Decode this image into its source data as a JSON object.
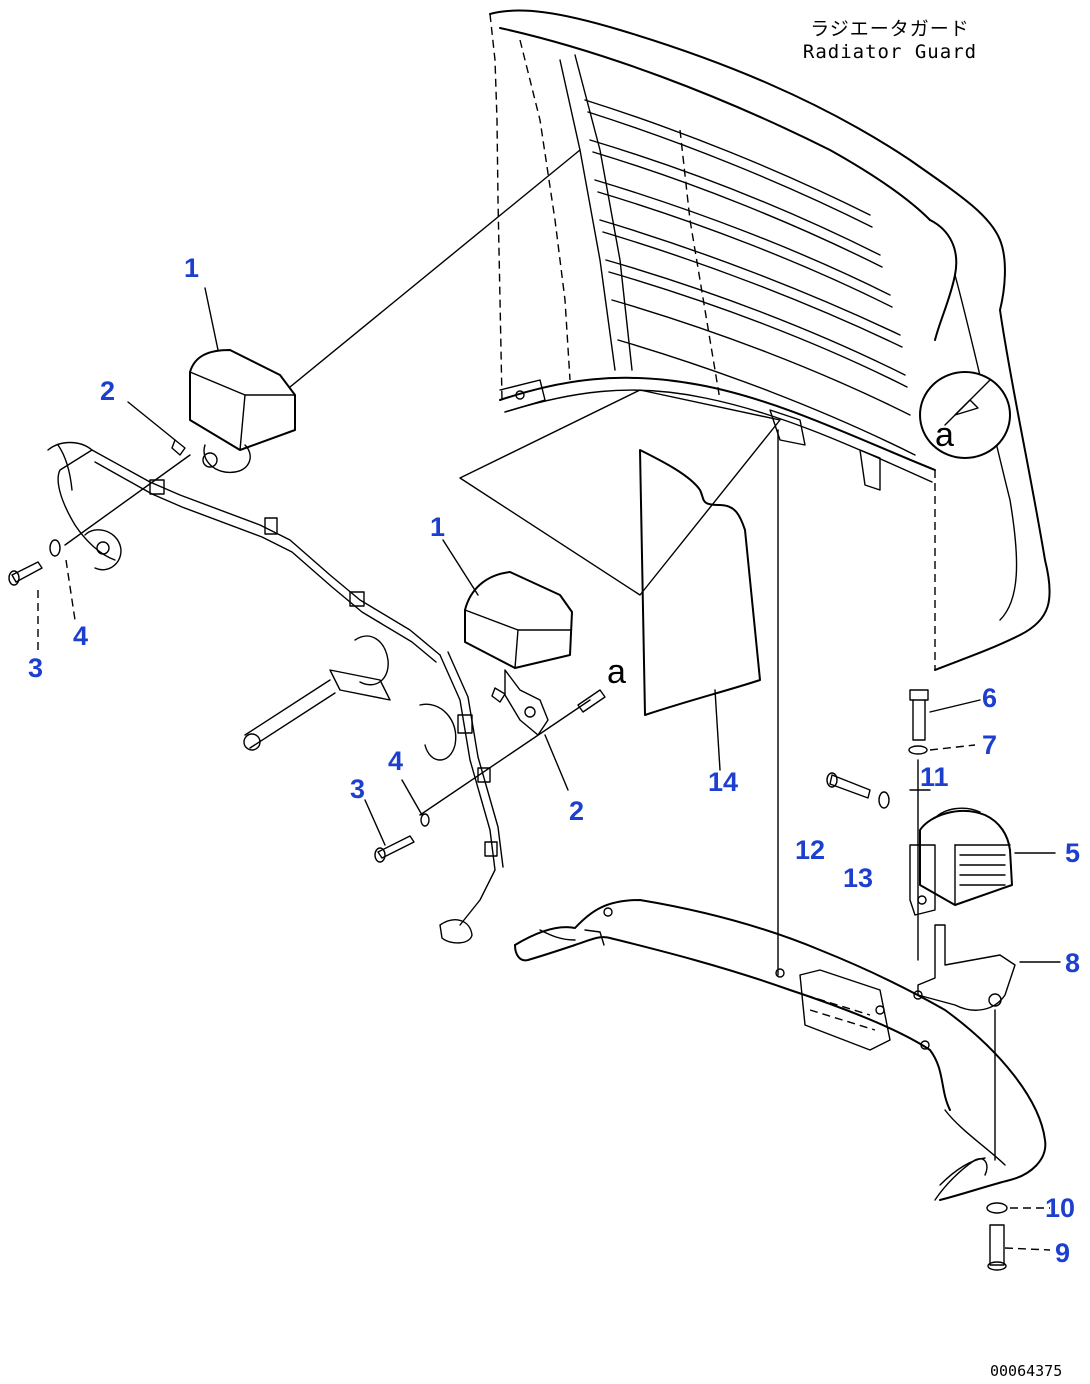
{
  "title": {
    "japanese": "ラジエータガード",
    "english": "Radiator Guard"
  },
  "drawing_code": "00064375",
  "detail_marker": "a",
  "callouts": {
    "left_lamp": "1",
    "left_bracket": "2",
    "left_bolt": "3",
    "left_washer": "4",
    "center_lamp": "1",
    "center_bracket": "2",
    "center_bolt": "3",
    "center_washer": "4",
    "sheet": "14",
    "item5": "5",
    "item6": "6",
    "item7": "7",
    "item8": "8",
    "item9": "9",
    "item10": "10",
    "item11": "11",
    "item12": "12",
    "item13": "13"
  }
}
